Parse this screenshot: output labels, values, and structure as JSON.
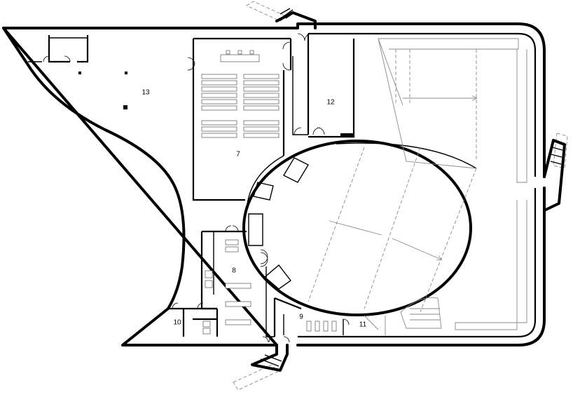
{
  "plan": {
    "rooms": [
      {
        "number": "13"
      },
      {
        "number": "12"
      },
      {
        "number": "7"
      },
      {
        "number": "8"
      },
      {
        "number": "9"
      },
      {
        "number": "10"
      },
      {
        "number": "11"
      }
    ]
  }
}
